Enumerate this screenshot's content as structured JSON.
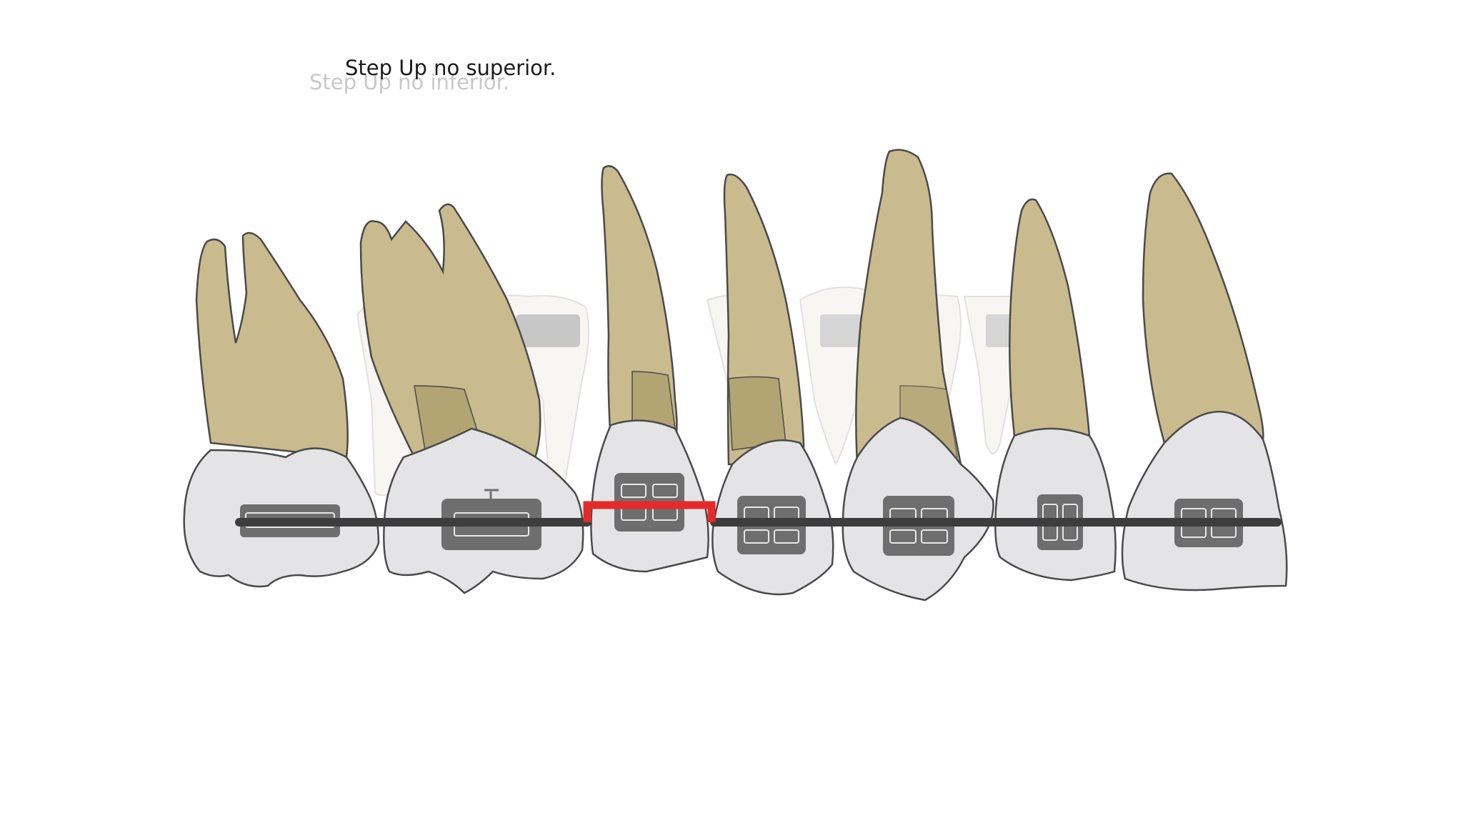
{
  "captions": {
    "superior": "Step Up no superior.",
    "inferior": "Step Up no inferior."
  },
  "colors": {
    "root": "#c9bb8e",
    "root_shadow": "#b3a474",
    "crown": "#e4e4e6",
    "outline": "#4a4a4a",
    "bracket": "#6e6e6e",
    "wire": "#3d3d3d",
    "step": "#e62a2a",
    "ghost_tooth": "#f0ede6"
  },
  "teeth": [
    {
      "id": "molar-2"
    },
    {
      "id": "molar-1"
    },
    {
      "id": "premolar-2"
    },
    {
      "id": "premolar-1"
    },
    {
      "id": "canine"
    },
    {
      "id": "lateral-incisor"
    },
    {
      "id": "central-incisor"
    }
  ]
}
